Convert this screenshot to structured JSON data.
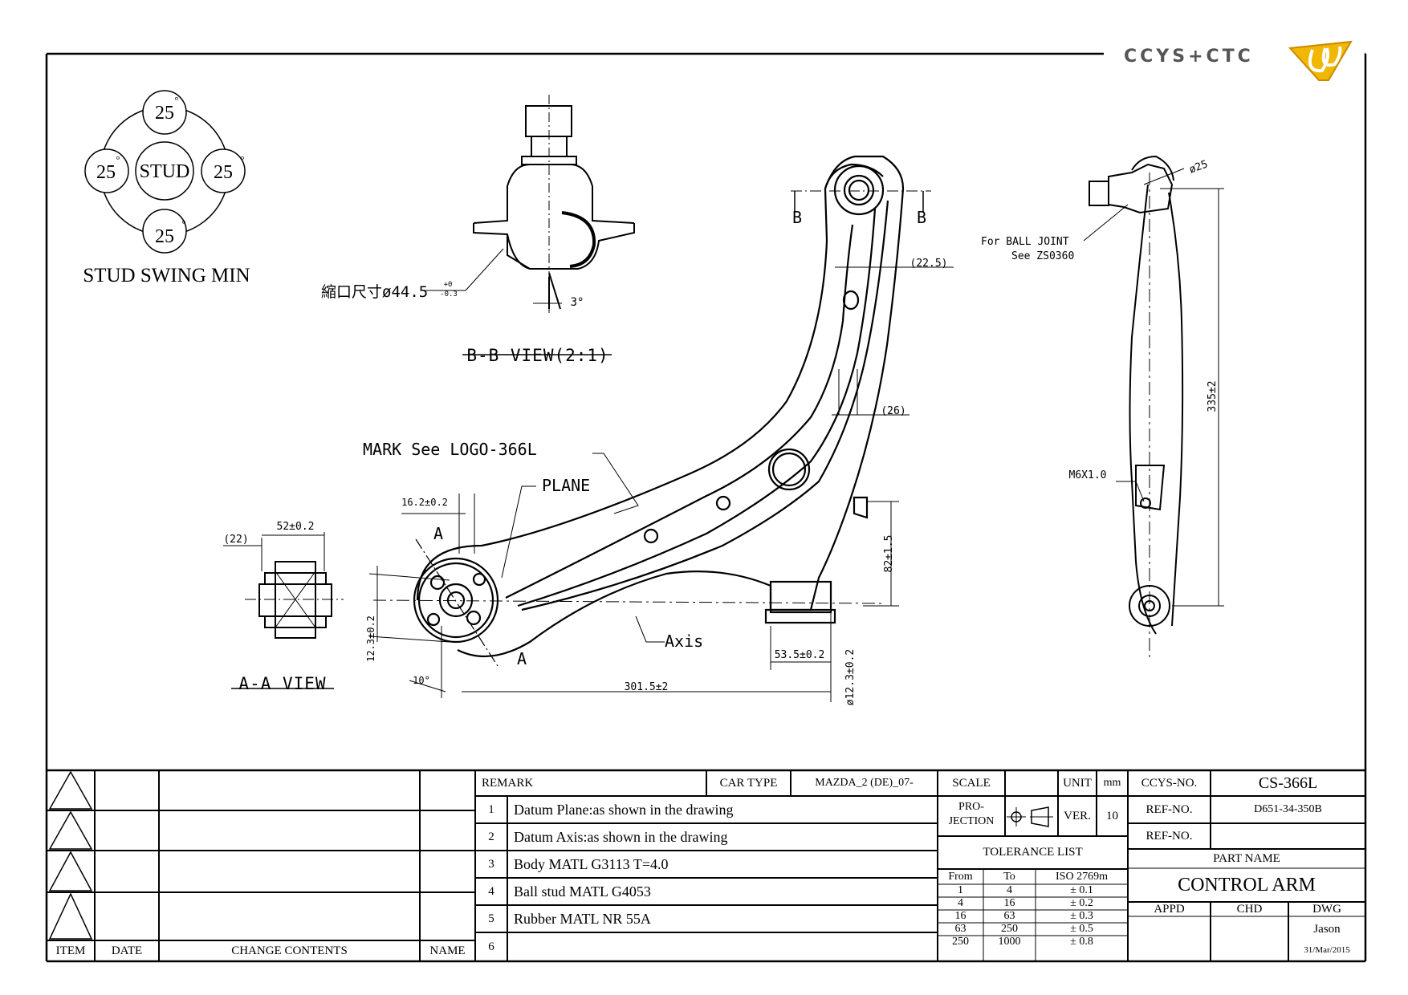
{
  "logo": {
    "text": "CCYS+CTC",
    "icon": "ccys-ctc-logo-icon"
  },
  "stud_swing": {
    "center": "STUD",
    "angles": [
      "25",
      "25",
      "25",
      "25"
    ],
    "degree": "°",
    "title": "STUD SWING MIN"
  },
  "bb_view": {
    "title": "B-B VIEW(2:1)",
    "note": "縮口尺寸ø44.5",
    "tol_upper": "+0",
    "tol_lower": "-0.3",
    "angle": "3°"
  },
  "aa_view": {
    "title": "A-A VIEW",
    "dim_width": "52±0.2",
    "dim_ref": "(22)"
  },
  "main_view": {
    "mark_note": "MARK See LOGO-366L",
    "plane": "PLANE",
    "axis": "Axis",
    "dim_16": "16.2±0.2",
    "dim_12_3": "12.3±0.2",
    "dim_10": "10°",
    "dim_301": "301.5±2",
    "dim_53": "53.5±0.2",
    "dim_d12": "ø12.3±0.2",
    "dim_82": "82±1.5",
    "dim_22_5": "(22.5)",
    "dim_26": "(26)",
    "section_a": "A",
    "section_b": "B"
  },
  "side_view": {
    "ball_note_1": "For BALL JOINT",
    "ball_note_2": "See ZS0360",
    "dim_25": "ø25",
    "dim_335": "335±2",
    "m6": "M6X1.0"
  },
  "revision": {
    "headers": [
      "ITEM",
      "DATE",
      "CHANGE CONTENTS",
      "NAME"
    ]
  },
  "remarks": {
    "header": "REMARK",
    "car_type_label": "CAR TYPE",
    "car_type": "MAZDA_2 (DE)_07-",
    "items": [
      {
        "n": "1",
        "text": "Datum Plane:as shown in the drawing"
      },
      {
        "n": "2",
        "text": "Datum Axis:as shown in the drawing"
      },
      {
        "n": "3",
        "text": "Body MATL G3113  T=4.0"
      },
      {
        "n": "4",
        "text": "Ball stud MATL G4053"
      },
      {
        "n": "5",
        "text": "Rubber MATL NR 55A"
      },
      {
        "n": "6",
        "text": ""
      }
    ]
  },
  "scale": {
    "label": "SCALE",
    "value": "",
    "unit_label": "UNIT",
    "unit": "mm",
    "projection_1": "PRO-",
    "projection_2": "JECTION",
    "ver_label": "VER.",
    "ver": "10"
  },
  "tolerance": {
    "title": "TOLERANCE LIST",
    "headers": [
      "From",
      "To",
      "ISO 2769m"
    ],
    "rows": [
      [
        "1",
        "4",
        "± 0.1"
      ],
      [
        "4",
        "16",
        "± 0.2"
      ],
      [
        "16",
        "63",
        "± 0.3"
      ],
      [
        "63",
        "250",
        "± 0.5"
      ],
      [
        "250",
        "1000",
        "± 0.8"
      ]
    ]
  },
  "title_block": {
    "ccys_label": "CCYS-NO.",
    "ccys_no": "CS-366L",
    "ref_label_1": "REF-NO.",
    "ref_no_1": "D651-34-350B",
    "ref_label_2": "REF-NO.",
    "ref_no_2": "",
    "part_name_label": "PART NAME",
    "part_name": "CONTROL ARM",
    "appd": "APPD",
    "chd": "CHD",
    "dwg": "DWG",
    "drawer": "Jason",
    "date": "31/Mar/2015"
  }
}
